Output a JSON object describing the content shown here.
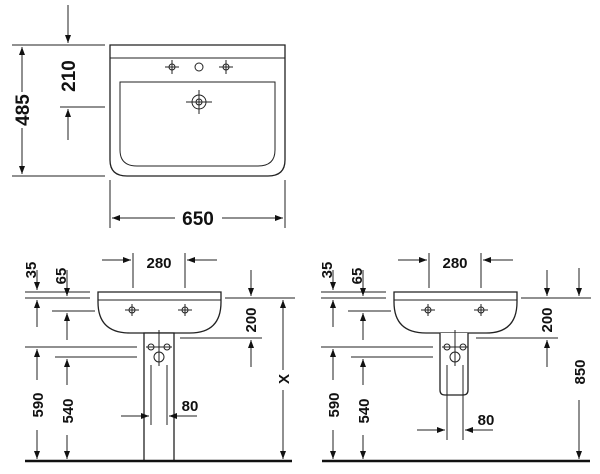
{
  "top_view": {
    "width_label": "650",
    "depth_label": "485",
    "drain_offset_label": "210"
  },
  "front_view_pedestal": {
    "tap_spacing_label": "280",
    "rim_label": "35",
    "overflow_label": "65",
    "bowl_height_label": "200",
    "supply_height_label": "590",
    "waste_height_label": "540",
    "pedestal_width_label": "80",
    "mounting_height_label": "X"
  },
  "front_view_semi_pedestal": {
    "tap_spacing_label": "280",
    "rim_label": "35",
    "overflow_label": "65",
    "bowl_height_label": "200",
    "supply_height_label": "590",
    "waste_height_label": "540",
    "pedestal_width_label": "80",
    "mounting_height_label": "850"
  }
}
